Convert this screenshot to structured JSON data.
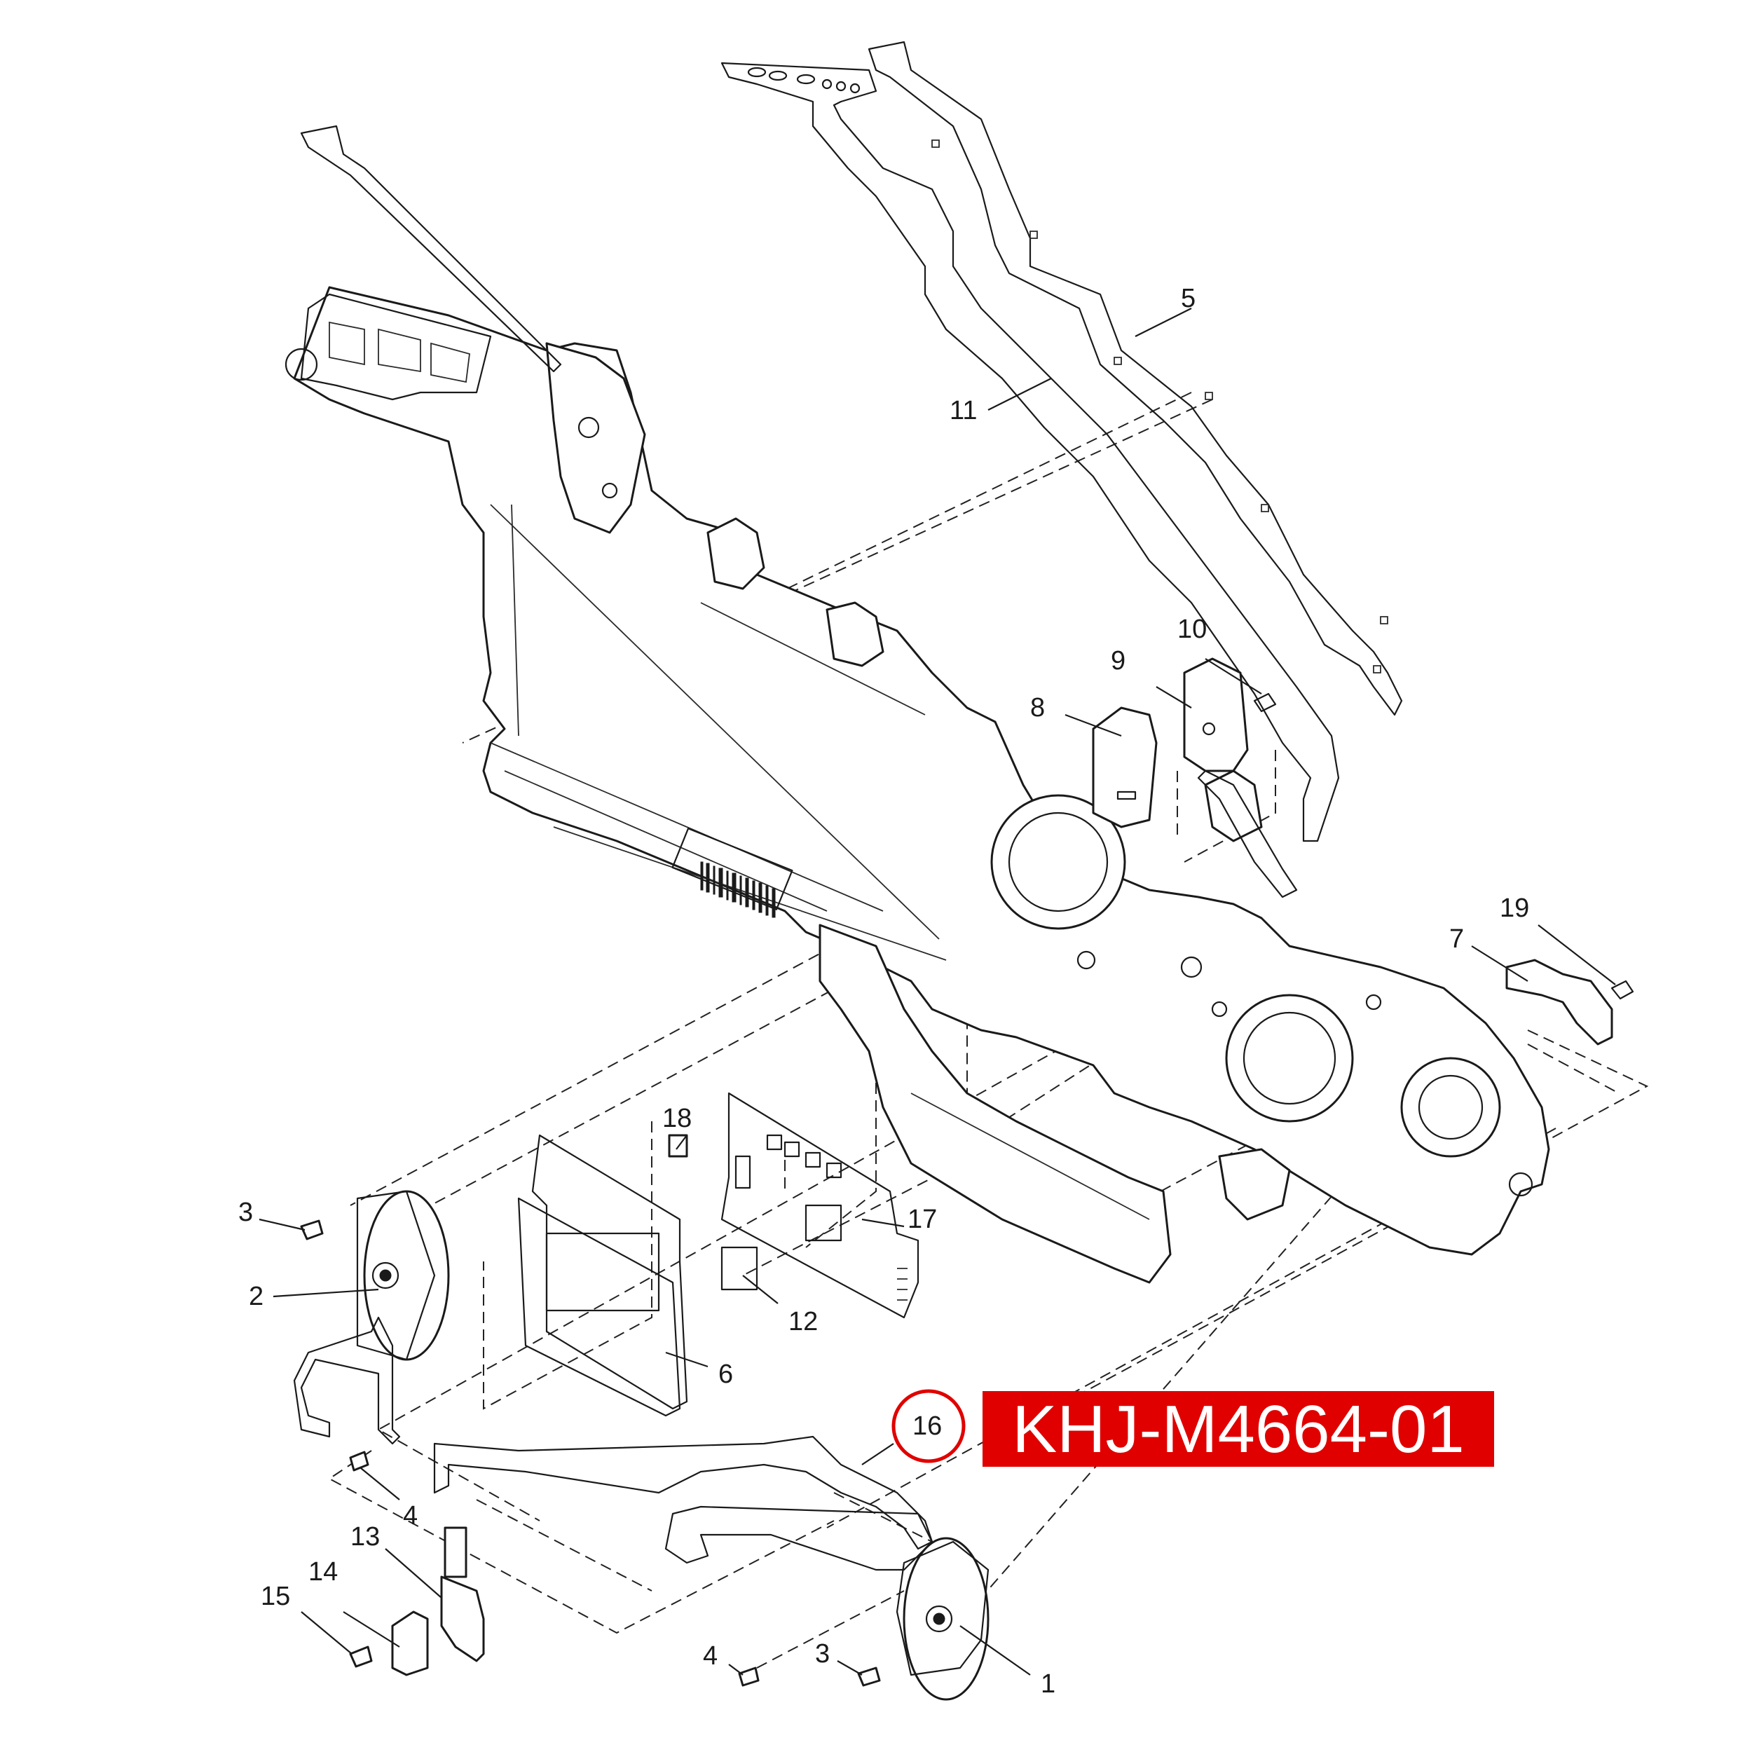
{
  "part_number": "KHJ-M4664-01",
  "highlight_color": "#e00000",
  "highlighted_callout": "16",
  "callouts": [
    {
      "id": "c1",
      "label": "1"
    },
    {
      "id": "c2",
      "label": "2"
    },
    {
      "id": "c3a",
      "label": "3"
    },
    {
      "id": "c3b",
      "label": "3"
    },
    {
      "id": "c4a",
      "label": "4"
    },
    {
      "id": "c4b",
      "label": "4"
    },
    {
      "id": "c5",
      "label": "5"
    },
    {
      "id": "c6",
      "label": "6"
    },
    {
      "id": "c7",
      "label": "7"
    },
    {
      "id": "c8",
      "label": "8"
    },
    {
      "id": "c9",
      "label": "9"
    },
    {
      "id": "c10",
      "label": "10"
    },
    {
      "id": "c11",
      "label": "11"
    },
    {
      "id": "c12",
      "label": "12"
    },
    {
      "id": "c13",
      "label": "13"
    },
    {
      "id": "c14",
      "label": "14"
    },
    {
      "id": "c15",
      "label": "15"
    },
    {
      "id": "c16",
      "label": "16"
    },
    {
      "id": "c17",
      "label": "17"
    },
    {
      "id": "c18",
      "label": "18"
    },
    {
      "id": "c19",
      "label": "19"
    }
  ]
}
